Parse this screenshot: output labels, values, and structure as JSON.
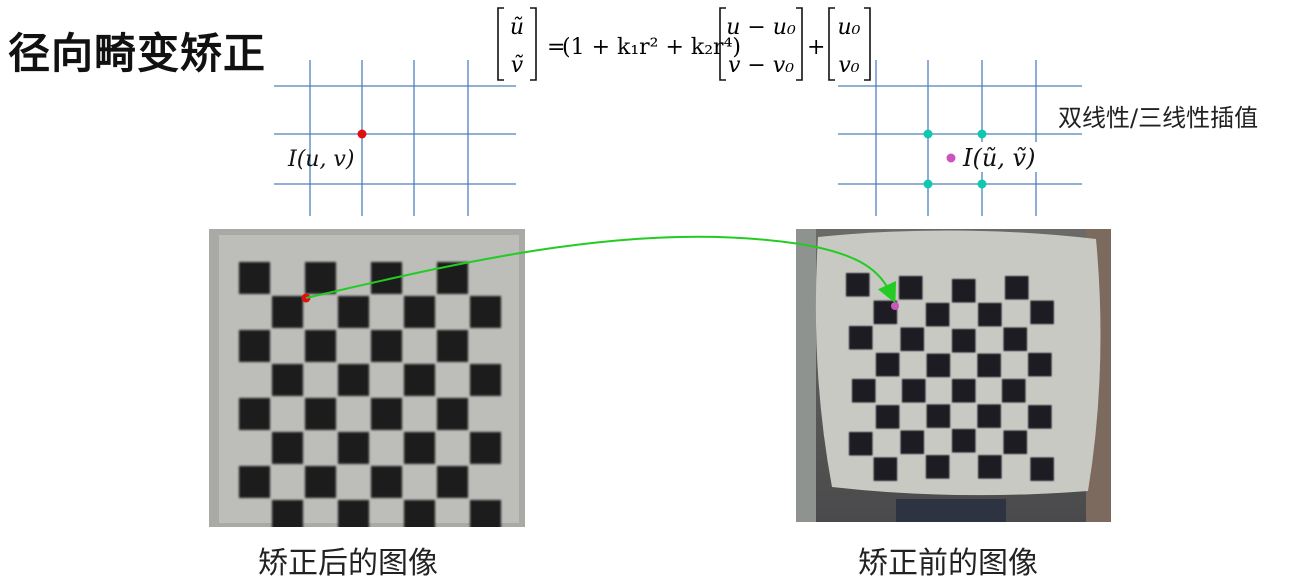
{
  "title": "径向畸变矫正",
  "formula": {
    "lhs_top": "ũ",
    "lhs_bottom": "ṽ",
    "equals": "=",
    "factor": "(1 + k₁r² + k₂r⁴)",
    "vec_top": "u − u₀",
    "vec_bottom": "v − v₀",
    "plus": "+",
    "offset_top": "u₀",
    "offset_bottom": "v₀"
  },
  "left_grid_label": "I(u, v)",
  "right_grid_label": "I(ũ, ṽ)",
  "interpolation_label": "双线性/三线性插值",
  "captions": {
    "corrected": "矫正后的图像",
    "original": "矫正前的图像"
  },
  "colors": {
    "grid": "#4f81bd",
    "red_point": "#e01010",
    "pink_point": "#cc55bb",
    "cyan_point": "#10c8b0",
    "arrow": "#22cc22"
  }
}
